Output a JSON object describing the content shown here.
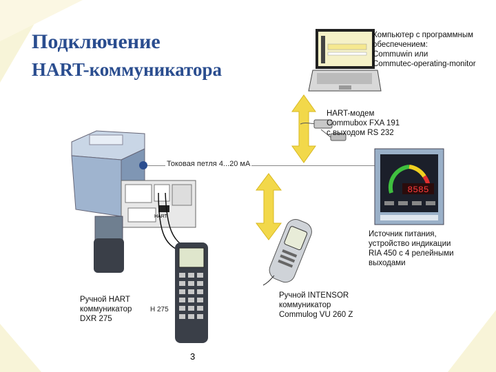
{
  "title": {
    "line1": "Подключение",
    "line2": "HART-коммуникатора"
  },
  "labels": {
    "computer": [
      "Компьютер с программным",
      "обеспечением:",
      "Commuwin или",
      "Commutec-operating-monitor"
    ],
    "modem": [
      "HART-модем",
      "Commubox FXA 191",
      "с выходом RS 232"
    ],
    "current_loop": "Токовая петля 4...20 мА",
    "power_supply": [
      "Источник питания,",
      "устройство индикации",
      "RIA 450 с 4 релейными",
      "выходами"
    ],
    "hart_handheld": [
      "Ручной HART",
      "коммуникатор",
      "DXR 275"
    ],
    "handheld_tag": "Н 275",
    "intensor": [
      "Ручной INTENSOR",
      "коммуникатор",
      "Commulog VU 260 Z"
    ],
    "display_value": "8585",
    "transmitter_tag": "HART",
    "page_number": "3"
  },
  "colors": {
    "title": "#2a4d8f",
    "arrow": "#f2d84a",
    "device_body": "#9fb4cf",
    "device_dark": "#3a3f48"
  }
}
